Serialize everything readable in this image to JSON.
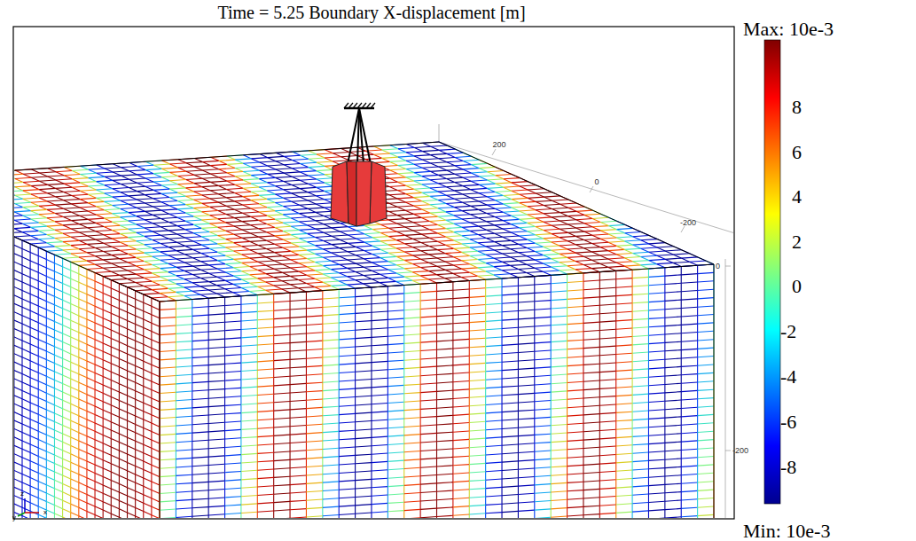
{
  "diagram": {
    "title": "Time = 5.25  Boundary X-displacement [m]",
    "labels": [
      "Max: 10e-3",
      "8",
      "6",
      "4",
      "2",
      "0",
      "-2",
      "-4",
      "-6",
      "-8",
      "Min: 10e-3",
      "200",
      "0",
      "-200",
      "0",
      "-200",
      "z",
      "y",
      "x"
    ]
  }
}
